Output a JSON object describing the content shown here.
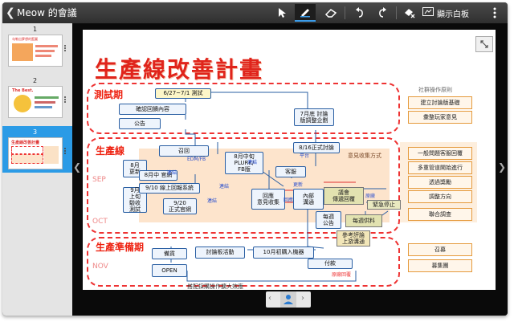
{
  "app": {
    "title": "Meow 的會議",
    "whiteboard_label": "顯示白板"
  },
  "toolbar": {
    "icons": [
      "back-icon",
      "pointer-icon",
      "pen-icon",
      "eraser-icon",
      "undo-icon",
      "redo-icon",
      "clear-icon",
      "whiteboard-icon",
      "more-icon"
    ]
  },
  "thumbnails": [
    {
      "number": "1",
      "caption": "勾勒出夢想的藍圖"
    },
    {
      "number": "2",
      "caption": "The Best."
    },
    {
      "number": "3",
      "caption": "生產線改善計畫"
    }
  ],
  "slide": {
    "title": "生產線改善計畫",
    "sections": {
      "test": "測試期",
      "production": "生產線",
      "prep": "生產準備期"
    },
    "month_labels": {
      "sep": "SEP",
      "oct": "OCT",
      "nov": "NOV"
    },
    "boxes": {
      "b_date1": "6/27~7/1 測試",
      "b_confirm": "確認回饋內容",
      "b_notice": "公告",
      "b_july": "7月底 討論\n版調整企劃",
      "b_recruit": "召回",
      "b_aug_mid": "8月中旬\nPLURK/\nFB版",
      "b_aug16": "8/16正式討論",
      "b_aug": "8月\n更新",
      "b_aug_mid2": "8月中 官網",
      "b_sep": "9月\n上旬\n驗收\n測試",
      "b_sep10": "9/10 線上回報系統",
      "b_sep20": "9/20\n正式官網",
      "b_reply": "回應\n意見收集",
      "b_service": "客服",
      "b_internal": "內部\n溝通",
      "b_weekly": "每週\n公告",
      "b_issue": "議會\n傳遞回覆",
      "b_stop": "緊急停止",
      "b_weekly2": "每週供料",
      "b_ref": "參考評論\n上游溝通",
      "b_forum": "討論板活動",
      "b_oct": "10月初購入機器",
      "b_pay": "付款",
      "b_prep": "備貨",
      "b_open": "OPEN"
    },
    "annotations": {
      "edm": "EDM/FB",
      "link1": "連結",
      "link2": "連結",
      "link3": "連結",
      "link4": "平台",
      "link5": "更新",
      "link6": "回應",
      "link7": "原廠",
      "link8": "連結",
      "link9": "原廠回覆",
      "collect": "意見收集方式"
    },
    "right_header": "社群操作原則",
    "right_items": [
      "建立討論版基礎",
      "彙整玩家意見",
      "一般問題客服回覆",
      "多重管道開始進行",
      "透過獎勵",
      "調整方向",
      "聯合調查",
      "召募",
      "募集團"
    ],
    "footer_note": "搭配採購操作擴大效應"
  },
  "colors": {
    "accent": "#2b9be6",
    "title_red": "#e0241b",
    "box_border": "#2a5fa3",
    "zone_red": "#ee3333",
    "fill_peach": "#fde4cc"
  }
}
